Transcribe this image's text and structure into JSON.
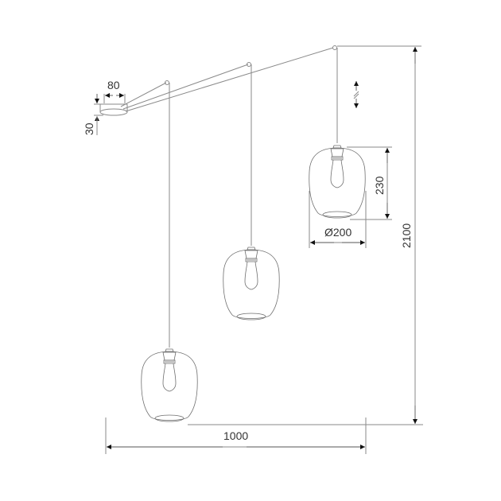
{
  "diagram": {
    "type": "technical drawing",
    "subject": "three-pendant ceiling lamp with offset canopy",
    "colors": {
      "line": "#8a8a8a",
      "text": "#333333",
      "arrow": "#111111",
      "background": "#ffffff"
    },
    "dimensions": {
      "canopy_width": "80",
      "canopy_height": "30",
      "shade_height": "230",
      "shade_diameter": "Ø200",
      "total_height": "2100",
      "total_width": "1000"
    },
    "icons": {
      "adjustable_height": "double-arrow-break-icon"
    },
    "pendants": [
      {
        "id": "left",
        "position": "lowest"
      },
      {
        "id": "middle",
        "position": "middle"
      },
      {
        "id": "right",
        "position": "highest"
      }
    ]
  }
}
